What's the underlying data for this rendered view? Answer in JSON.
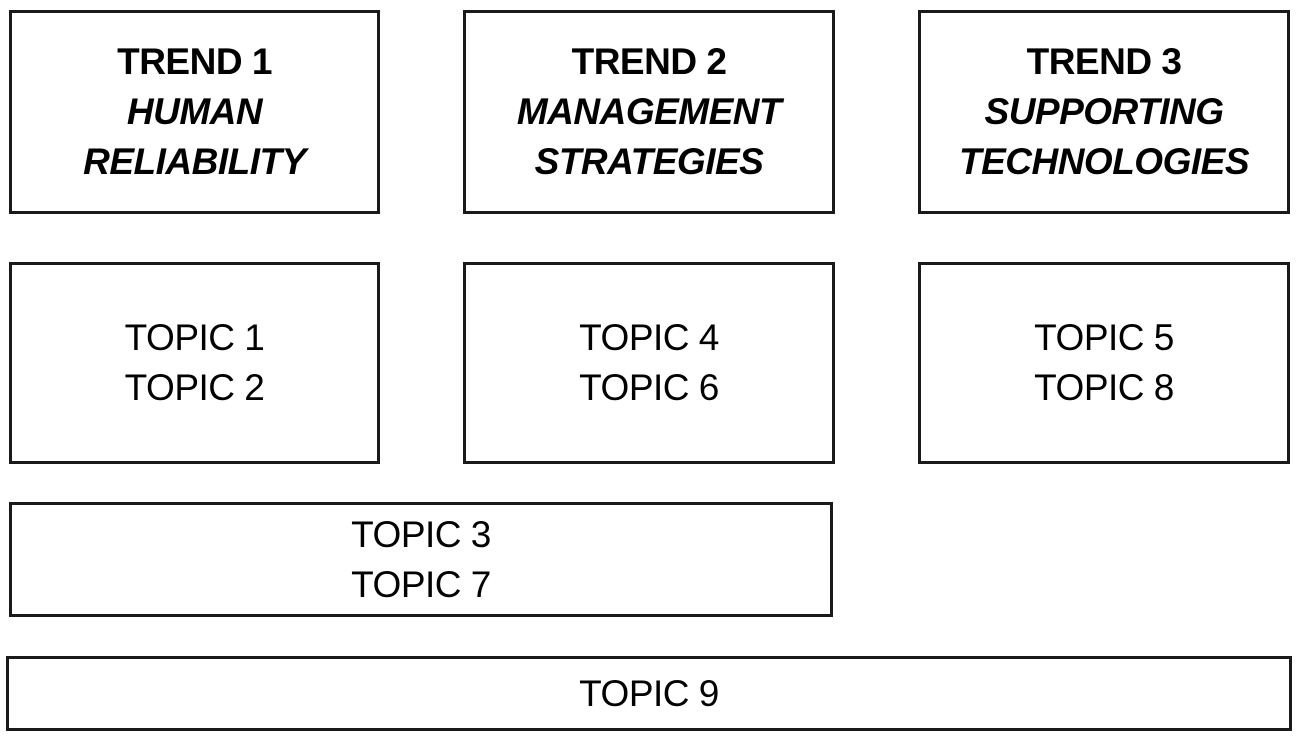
{
  "colors": {
    "background": "#ffffff",
    "border": "#1a1a1a",
    "text": "#000000"
  },
  "trend_boxes": [
    {
      "title": "TREND 1",
      "subtitle_line1": "HUMAN",
      "subtitle_line2": "RELIABILITY"
    },
    {
      "title": "TREND 2",
      "subtitle_line1": "MANAGEMENT",
      "subtitle_line2": "STRATEGIES"
    },
    {
      "title": "TREND 3",
      "subtitle_line1": "SUPPORTING",
      "subtitle_line2": "TECHNOLOGIES"
    }
  ],
  "topic_boxes": [
    {
      "line1": "TOPIC 1",
      "line2": "TOPIC 2"
    },
    {
      "line1": "TOPIC 4",
      "line2": "TOPIC 6"
    },
    {
      "line1": "TOPIC 5",
      "line2": "TOPIC 8"
    }
  ],
  "wide_topic_box": {
    "line1": "TOPIC 3",
    "line2": "TOPIC 7"
  },
  "full_width_topic_box": {
    "line1": "TOPIC 9"
  }
}
